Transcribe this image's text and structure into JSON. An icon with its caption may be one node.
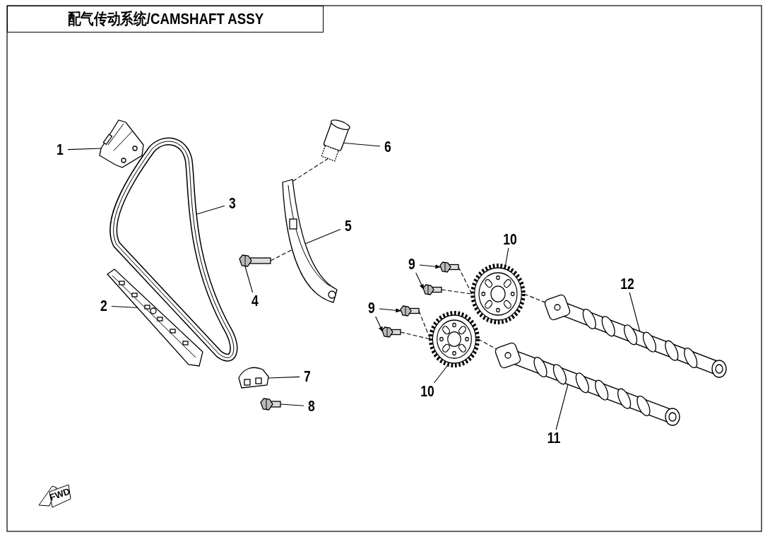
{
  "diagram": {
    "title": "配气传动系统/CAMSHAFT ASSY",
    "nodes": [
      {
        "text": [
          "1"
        ]
      },
      {
        "text": [
          "6"
        ]
      },
      {
        "text": [
          "3"
        ]
      },
      {
        "text": [
          "5"
        ]
      },
      {
        "text": [
          "10"
        ]
      },
      {
        "text": [
          "9"
        ]
      },
      {
        "text": [
          "4"
        ]
      },
      {
        "text": [
          "9"
        ]
      },
      {
        "text": [
          "2"
        ]
      },
      {
        "text": [
          "12"
        ]
      },
      {
        "text": [
          "7"
        ]
      },
      {
        "text": [
          "10"
        ]
      },
      {
        "text": [
          "8"
        ]
      },
      {
        "text": [
          "11"
        ]
      },
      {
        "text": [],
        "shape": "picture"
      },
      {
        "text": [],
        "shape": "picture"
      },
      {
        "text": [],
        "shape": "picture"
      },
      {
        "text": [],
        "shape": "picture"
      },
      {
        "text": [],
        "shape": "picture"
      },
      {
        "text": [],
        "shape": "picture"
      },
      {
        "text": [],
        "shape": "picture"
      },
      {
        "text": [],
        "shape": "picture"
      },
      {
        "text": [],
        "shape": "picture"
      },
      {
        "text": [],
        "shape": "picture"
      },
      {
        "text": [],
        "shape": "picture"
      },
      {
        "text": [],
        "shape": "picture"
      },
      {
        "text": [],
        "shape": "picture"
      },
      {
        "text": [],
        "shape": "picture"
      },
      {
        "text": [],
        "shape": "picture"
      },
      {
        "text": [],
        "shape": "picture"
      }
    ],
    "edges": [
      {
        "from": 0,
        "to": 14,
        "arrow": "none"
      },
      {
        "from": 1,
        "to": 15,
        "arrow": "none"
      },
      {
        "from": 2,
        "to": 16,
        "arrow": "none"
      },
      {
        "from": 3,
        "to": 17,
        "arrow": "none"
      },
      {
        "from": 4,
        "to": 18,
        "arrow": "none"
      },
      {
        "from": 5,
        "to": 19,
        "arrow": "to"
      },
      {
        "from": 5,
        "to": 20,
        "arrow": "to"
      },
      {
        "from": 6,
        "to": 21,
        "arrow": "none"
      },
      {
        "from": 7,
        "to": 22,
        "arrow": "to"
      },
      {
        "from": 7,
        "to": 23,
        "arrow": "to"
      },
      {
        "from": 8,
        "to": 24,
        "arrow": "none"
      },
      {
        "from": 9,
        "to": 25,
        "arrow": "none"
      },
      {
        "from": 10,
        "to": 26,
        "arrow": "none"
      },
      {
        "from": 11,
        "to": 27,
        "arrow": "none"
      },
      {
        "from": 12,
        "to": 28,
        "arrow": "none"
      },
      {
        "from": 13,
        "to": 29,
        "arrow": "none"
      },
      {
        "from": 15,
        "to": 17,
        "arrow": "none",
        "style": "dashed"
      },
      {
        "from": 21,
        "to": 17,
        "arrow": "none",
        "style": "dashed"
      },
      {
        "from": 19,
        "to": 18,
        "arrow": "none",
        "style": "dashed"
      },
      {
        "from": 20,
        "to": 18,
        "arrow": "none",
        "style": "dashed"
      },
      {
        "from": 18,
        "to": 25,
        "arrow": "none",
        "style": "dashed"
      },
      {
        "from": 22,
        "to": 27,
        "arrow": "none",
        "style": "dashed"
      },
      {
        "from": 23,
        "to": 27,
        "arrow": "none",
        "style": "dashed"
      },
      {
        "from": 27,
        "to": 29,
        "arrow": "none",
        "style": "dashed"
      }
    ],
    "labels": [
      "FWD"
    ]
  }
}
